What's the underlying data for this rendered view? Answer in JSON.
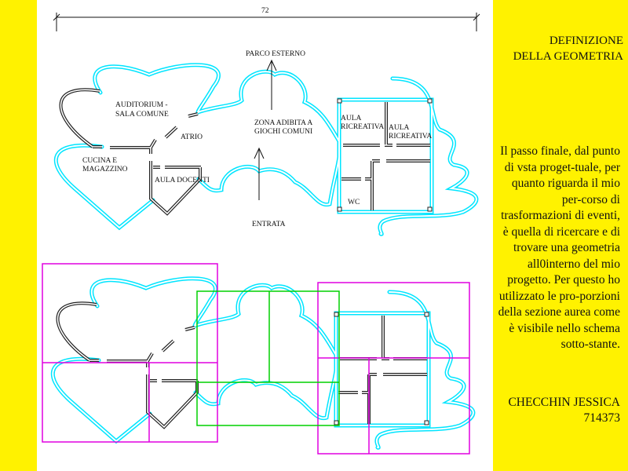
{
  "slide": {
    "title_lines": [
      "DEFINIZIONE",
      "DELLA GEOMETRIA"
    ],
    "body": "Il passo finale, dal punto di vsta proget-tuale, per quanto riguarda il mio per-corso di trasformazioni di eventi, è quella di ricercare e di trovare una geometria all0interno del mio progetto. Per questo ho utilizzato le pro-porzioni della sezione aurea come è visibile nello schema sotto-stante.",
    "author": "CHECCHIN JESSICA",
    "student_id": "714373"
  },
  "plan": {
    "dimension": "72",
    "labels": {
      "parco": "PARCO ESTERNO",
      "auditorium_1": "AUDITORIUM -",
      "auditorium_2": "SALA COMUNE",
      "atrio": "ATRIO",
      "zona_1": "ZONA ADIBITA A",
      "zona_2": "GIOCHI COMUNI",
      "aula1_1": "AULA",
      "aula1_2": "RICREATIVA",
      "aula2_1": "AULA",
      "aula2_2": "RICREATIVA",
      "cucina_1": "CUCINA E",
      "cucina_2": "MAGAZZINO",
      "docenti": "AULA DOCENTI",
      "wc": "WC",
      "entrata": "ENTRATA"
    }
  },
  "colors": {
    "panel": "#fff200",
    "outline": "#00e5ff",
    "golden_outer": "#e000e0",
    "golden_center": "#00d000"
  }
}
